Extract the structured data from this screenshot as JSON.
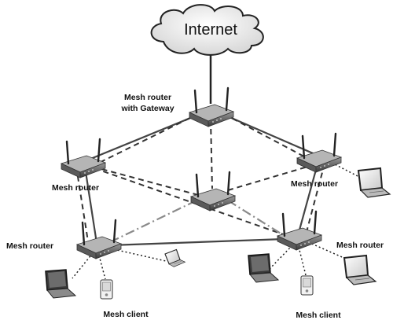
{
  "cloud": {
    "label": "Internet"
  },
  "labels": {
    "gateway_line1": "Mesh router",
    "gateway_line2": "with Gateway",
    "router_left": "Mesh router",
    "router_right": "Mesh router",
    "router_bottom_left": "Mesh router",
    "router_bottom_right": "Mesh router",
    "client_left": "Mesh client",
    "client_right": "Mesh client"
  },
  "icons": [
    "cloud-icon",
    "router-icon",
    "laptop-icon",
    "pda-icon"
  ],
  "colors": {
    "line": "#333333",
    "grey_line": "#8a8a8a",
    "router": "#6e6e6e",
    "cloud": "#eeeeee"
  }
}
